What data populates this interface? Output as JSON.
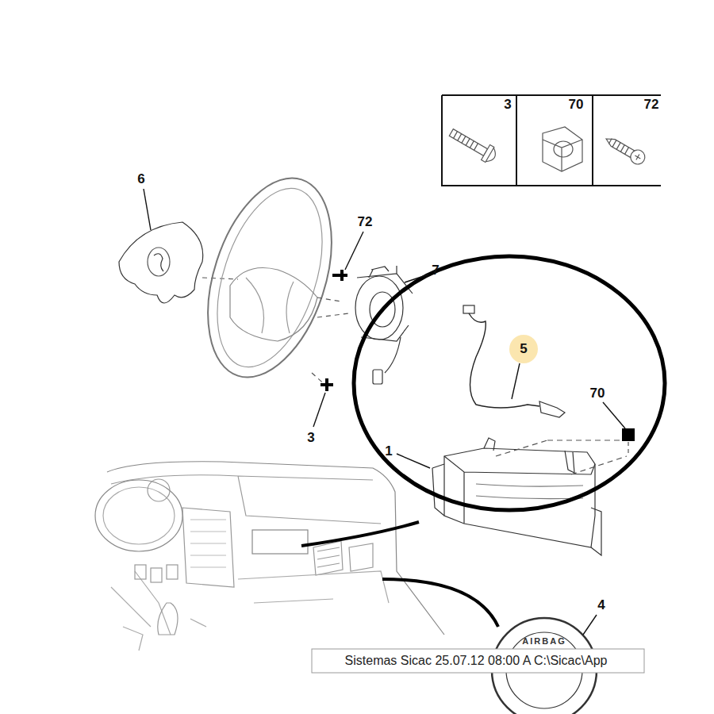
{
  "diagram": {
    "labels": [
      "3",
      "70",
      "72",
      "6",
      "72",
      "7",
      "5",
      "70",
      "1",
      "3",
      "4",
      "AIRBAG",
      "Sistemas Sicac 25.07.12 08:00 A C:\\Sicac\\App"
    ]
  }
}
